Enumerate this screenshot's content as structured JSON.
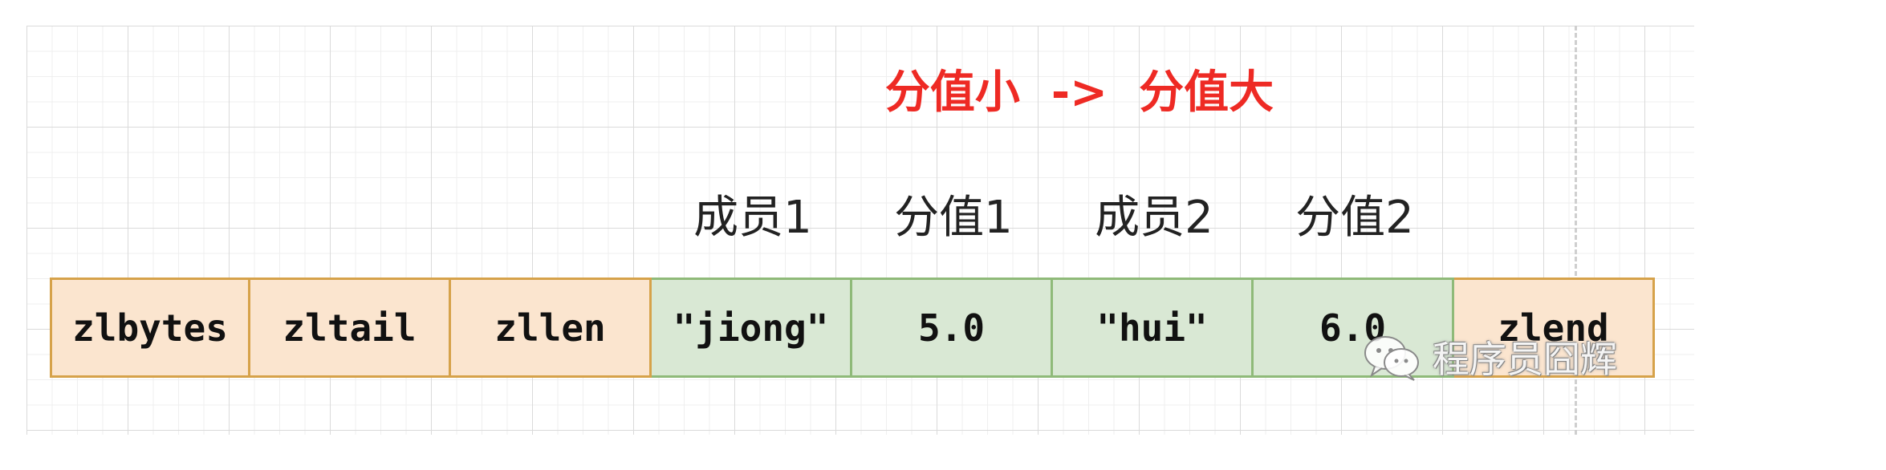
{
  "title": "分值小  ->  分值大",
  "colors": {
    "title": "#ee2a24",
    "meta_fill": "#fbe5cf",
    "meta_border": "#d6a24a",
    "entry_fill": "#d9e8d4",
    "entry_border": "#8fba79"
  },
  "labels": [
    "成员1",
    "分值1",
    "成员2",
    "分值2"
  ],
  "cells": [
    {
      "text": "zlbytes",
      "kind": "meta"
    },
    {
      "text": "zltail",
      "kind": "meta"
    },
    {
      "text": "zllen",
      "kind": "meta"
    },
    {
      "text": "\"jiong\"",
      "kind": "entry"
    },
    {
      "text": "5.0",
      "kind": "entry"
    },
    {
      "text": "\"hui\"",
      "kind": "entry"
    },
    {
      "text": "6.0",
      "kind": "entry"
    },
    {
      "text": "zlend",
      "kind": "meta"
    }
  ],
  "watermark": {
    "icon": "wechat-icon",
    "text": "程序员囧辉"
  }
}
